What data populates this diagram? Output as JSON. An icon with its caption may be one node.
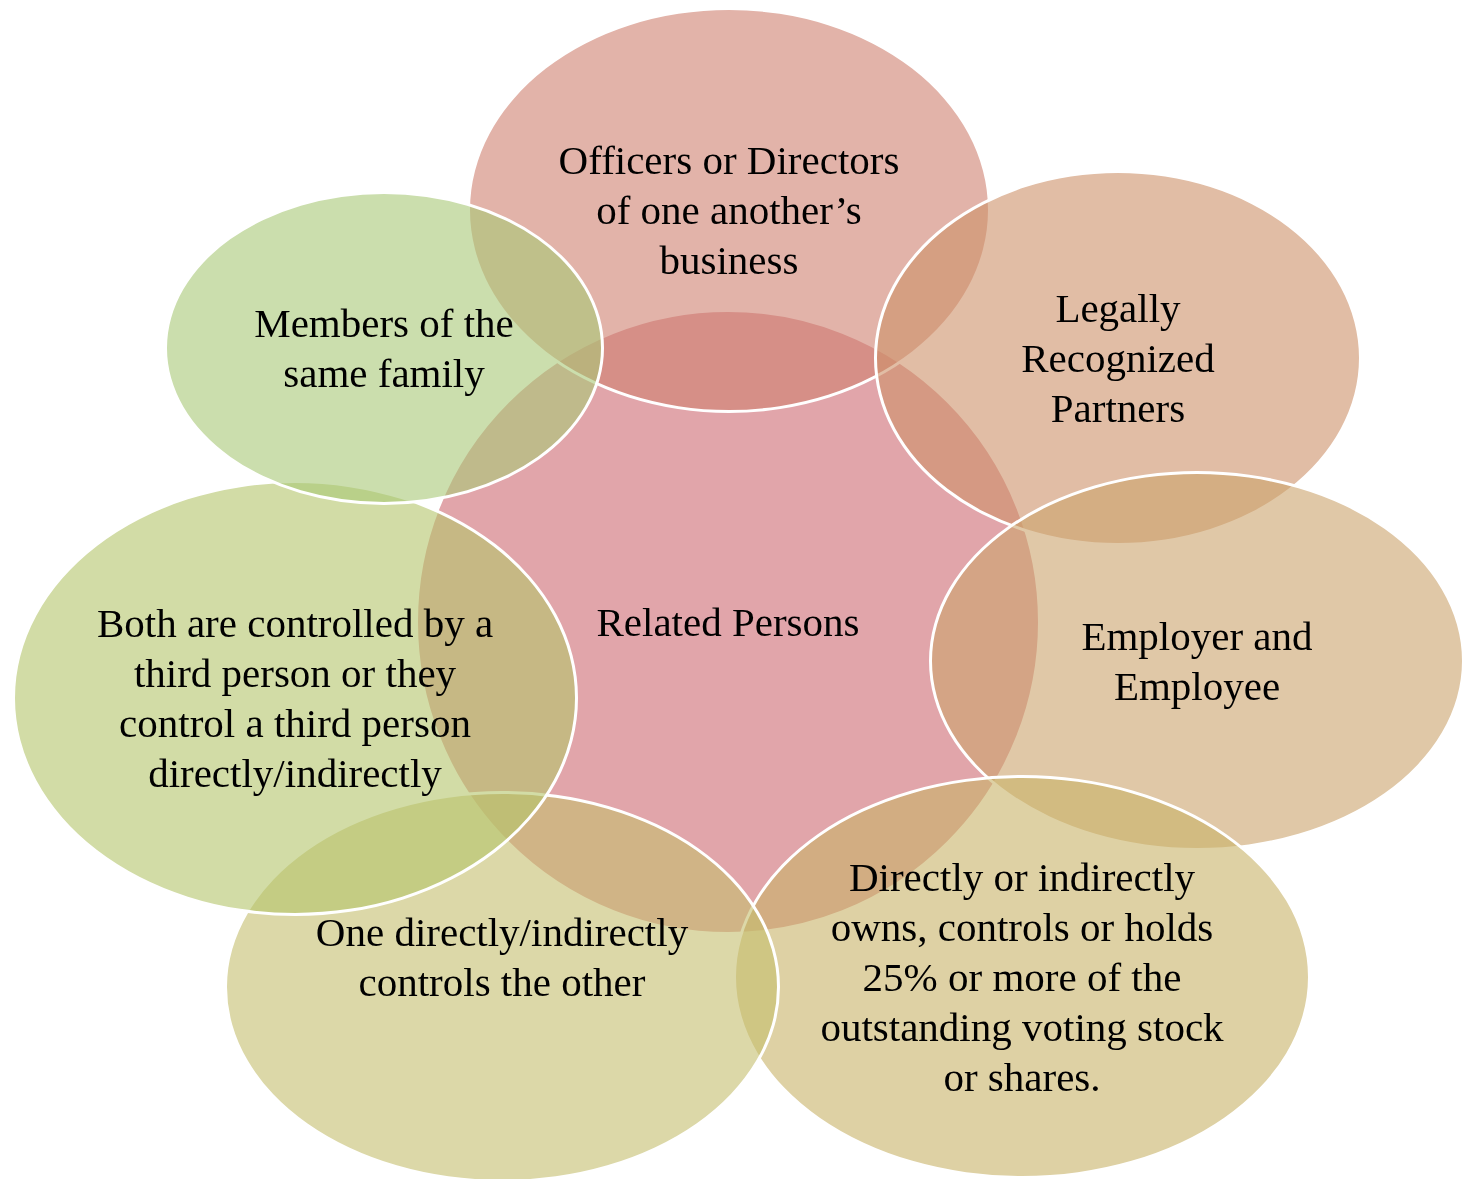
{
  "diagram": {
    "nodes": [
      {
        "text": [
          "Related Persons"
        ]
      },
      {
        "text": [
          "Officers or Directors of one another’s business"
        ]
      },
      {
        "text": [
          "Legally Recognized Partners"
        ]
      },
      {
        "text": [
          "Employer and Employee"
        ]
      },
      {
        "text": [
          "Directly or indirectly owns, controls or holds 25% or more of the outstanding voting stock or shares."
        ]
      },
      {
        "text": [
          "One directly/indirectly controls the other"
        ]
      },
      {
        "text": [
          "Both are controlled by a third person or they control a third person directly/indirectly"
        ]
      },
      {
        "text": [
          "Members of the same family"
        ]
      }
    ]
  }
}
